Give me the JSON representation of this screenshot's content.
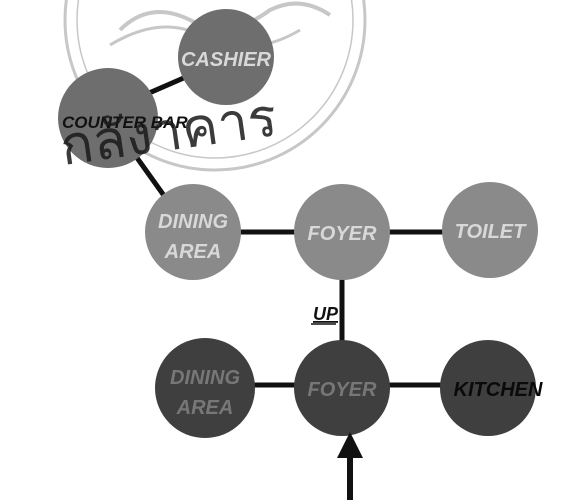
{
  "upper_floor": {
    "nodes": {
      "counter_bar": {
        "label": "COUNTER BAR",
        "color": "#6e6e6e"
      },
      "cashier": {
        "label": "CASHIER",
        "color": "#6e6e6e"
      },
      "dining_area": {
        "line1": "DINING",
        "line2": "AREA",
        "color": "#8a8a8a"
      },
      "foyer": {
        "label": "FOYER",
        "color": "#8a8a8a"
      },
      "toilet": {
        "label": "TOILET",
        "color": "#8a8a8a"
      }
    }
  },
  "lower_floor": {
    "nodes": {
      "dining_area": {
        "line1": "DINING",
        "line2": "AREA",
        "color": "#3f3f3f"
      },
      "foyer": {
        "label": "FOYER",
        "color": "#3f3f3f"
      },
      "kitchen": {
        "label": "KITCHEN",
        "color": "#3f3f3f"
      }
    }
  },
  "connector_label": "UP",
  "stamp_text": "กลังาคาร",
  "colors": {
    "link": "#111111",
    "text": "#d8d8d8",
    "dark_text": "#0a0a0a",
    "stamp": "#9a9a9a"
  }
}
